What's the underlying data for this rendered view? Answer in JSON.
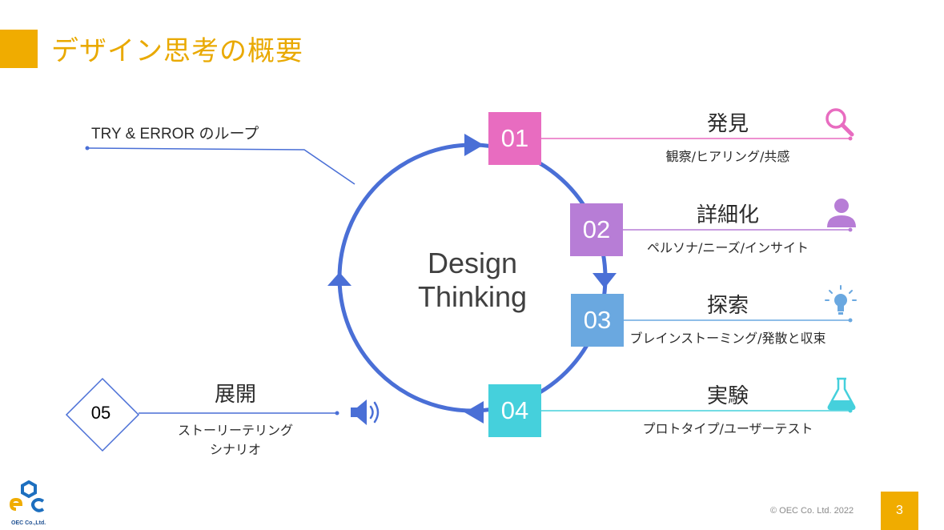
{
  "slide": {
    "title": "デザイン思考の概要",
    "accent_color": "#f0ac00",
    "copyright": "© OEC Co. Ltd. 2022",
    "page_number": "3",
    "logo_text": "OEC Co.,Ltd."
  },
  "diagram": {
    "center_line1": "Design",
    "center_line2": "Thinking",
    "loop_label": "TRY & ERROR のループ",
    "cycle_color": "#4a6fd6",
    "steps": [
      {
        "number": "01",
        "title": "発見",
        "subtitle": "観察/ヒアリング/共感",
        "color": "#e86cc0",
        "icon": "magnifier-icon"
      },
      {
        "number": "02",
        "title": "詳細化",
        "subtitle": "ペルソナ/ニーズ/インサイト",
        "color": "#b77dd6",
        "icon": "person-icon"
      },
      {
        "number": "03",
        "title": "探索",
        "subtitle": "ブレインストーミング/発散と収束",
        "color": "#6aa8e0",
        "icon": "lightbulb-icon"
      },
      {
        "number": "04",
        "title": "実験",
        "subtitle": "プロトタイプ/ユーザーテスト",
        "color": "#45d0dc",
        "icon": "flask-icon"
      }
    ],
    "step5": {
      "number": "05",
      "title": "展開",
      "subtitle_line1": "ストーリーテリング",
      "subtitle_line2": "シナリオ",
      "icon": "megaphone-icon"
    }
  }
}
